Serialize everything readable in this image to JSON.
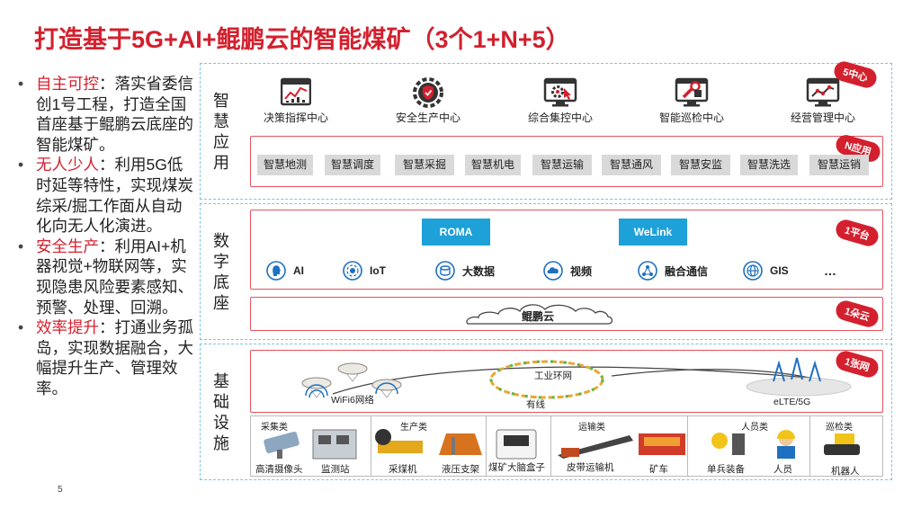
{
  "title": "打造基于5G+AI+鲲鹏云的智能煤矿（3个1+N+5）",
  "page_number": "5",
  "bullets": [
    {
      "key": "自主可控",
      "text": "：落实省委信创1号工程，打造全国首座基于鲲鹏云底座的智能煤矿。"
    },
    {
      "key": "无人少人",
      "text": "：利用5G低时延等特性，实现煤炭综采/掘工作面从自动化向无人化演进。"
    },
    {
      "key": "安全生产",
      "text": "：利用AI+机器视觉+物联网等，实现隐患风险要素感知、预警、处理、回溯。"
    },
    {
      "key": "效率提升",
      "text": "：打通业务孤岛，实现数据融合，大幅提升生产、管理效率。"
    }
  ],
  "layers": {
    "app": {
      "label": "智慧应用"
    },
    "digital": {
      "label": "数字底座"
    },
    "infra": {
      "label": "基础设施"
    }
  },
  "badges": {
    "five": "5中心",
    "n": "N应用",
    "platform": "1平台",
    "cloud": "1朵云",
    "network": "1张网"
  },
  "centers": [
    {
      "label": "决策指挥中心",
      "icon": "dashboard-chart-icon"
    },
    {
      "label": "安全生产中心",
      "icon": "shield-gear-icon"
    },
    {
      "label": "综合集控中心",
      "icon": "monitor-gear-icon"
    },
    {
      "label": "智能巡检中心",
      "icon": "monitor-wrench-icon"
    },
    {
      "label": "经营管理中心",
      "icon": "monitor-trend-icon"
    }
  ],
  "n_apps": [
    "智慧地测",
    "智慧调度",
    "智慧采掘",
    "智慧机电",
    "智慧运输",
    "智慧通风",
    "智慧安监",
    "智慧洗选",
    "智慧运销"
  ],
  "platform": {
    "roma": "ROMA",
    "welink": "WeLink",
    "caps": [
      {
        "label": "AI",
        "icon": "ai-head-icon"
      },
      {
        "label": "IoT",
        "icon": "iot-icon"
      },
      {
        "label": "大数据",
        "icon": "big-data-icon"
      },
      {
        "label": "视频",
        "icon": "video-cloud-icon"
      },
      {
        "label": "融合通信",
        "icon": "converged-comm-icon"
      },
      {
        "label": "GIS",
        "icon": "gis-globe-icon"
      }
    ],
    "more": "…"
  },
  "cloud": {
    "label": "鲲鹏云"
  },
  "network": {
    "wifi": "WiFi6网络",
    "ring": "工业环网",
    "wired": "有线",
    "lte": "eLTE/5G"
  },
  "devices": {
    "categories": [
      "采集类",
      "生产类",
      "运输类",
      "人员类",
      "巡检类"
    ],
    "items": [
      "高清摄像头",
      "监测站",
      "采煤机",
      "液压支架",
      "煤矿大脑盒子",
      "皮带运输机",
      "矿车",
      "单兵装备",
      "人员",
      "机器人"
    ]
  },
  "colors": {
    "brand_red": "#d3202e",
    "accent_blue": "#1ea0d8",
    "dashed_border": "#7ec3de"
  }
}
